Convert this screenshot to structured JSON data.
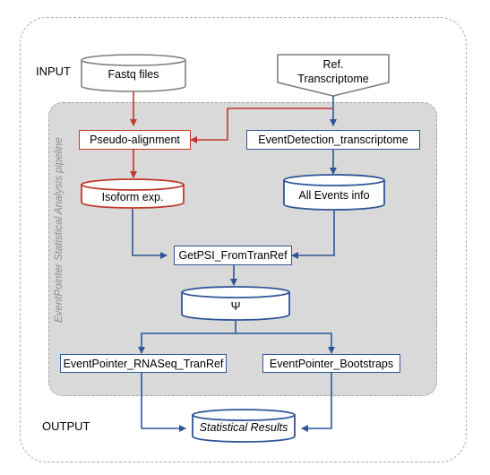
{
  "labels": {
    "input": "INPUT",
    "output": "OUTPUT",
    "pipeline": "EventPointer Statistical Analysis pipeline"
  },
  "nodes": {
    "fastq": "Fastq files",
    "ref_line1": "Ref.",
    "ref_line2": "Transcriptome",
    "pseudo": "Pseudo-alignment",
    "event_detection": "EventDetection_transcriptome",
    "isoform": "Isoform exp.",
    "all_events": "All Events info",
    "getpsi": "GetPSI_FromTranRef",
    "psi": "Ψ",
    "ep_rnaseq": "EventPointer_RNASeq_TranRef",
    "ep_boot": "EventPointer_Bootstraps",
    "results": "Statistical Results"
  },
  "colors": {
    "blue": "#2f5597",
    "red": "#c0392b",
    "grey_stroke": "#7f7f7f"
  }
}
